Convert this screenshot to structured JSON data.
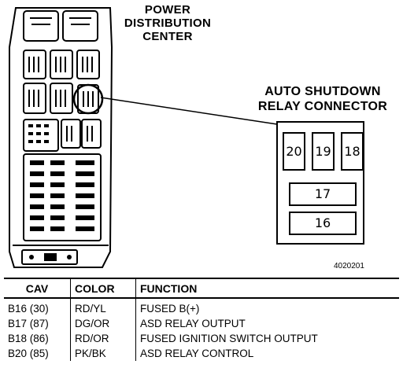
{
  "title_pdc": [
    "POWER",
    "DISTRIBUTION",
    "CENTER"
  ],
  "title_asd": [
    "AUTO SHUTDOWN",
    "RELAY CONNECTOR"
  ],
  "connector_pins": {
    "top": [
      "20",
      "19",
      "18"
    ],
    "middle": "17",
    "bottom": "16"
  },
  "figure_id": "4020201",
  "table": {
    "headers": [
      "CAV",
      "COLOR",
      "FUNCTION"
    ],
    "rows": [
      {
        "cav": "B16 (30)",
        "color": "RD/YL",
        "function": "FUSED B(+)"
      },
      {
        "cav": "B17 (87)",
        "color": "DG/OR",
        "function": "ASD RELAY OUTPUT"
      },
      {
        "cav": "B18 (86)",
        "color": "RD/OR",
        "function": "FUSED IGNITION SWITCH OUTPUT"
      },
      {
        "cav": "B20 (85)",
        "color": "PK/BK",
        "function": "ASD RELAY CONTROL"
      }
    ]
  }
}
